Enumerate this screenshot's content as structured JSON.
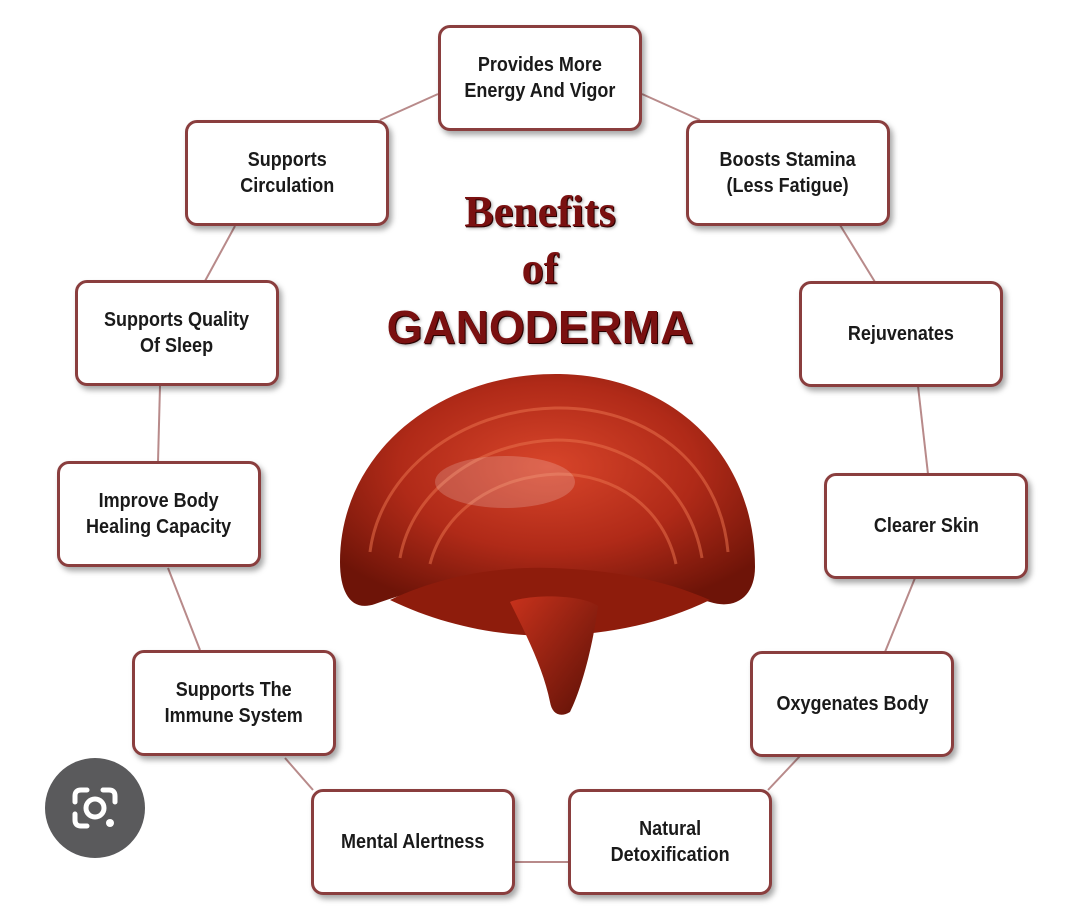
{
  "title": {
    "line1": "Benefits",
    "line2": "of",
    "line3": "GANODERMA"
  },
  "benefits": [
    "Provides More\nEnergy And Vigor",
    "Boosts Stamina\n(Less Fatigue)",
    "Rejuvenates",
    "Clearer Skin",
    "Oxygenates Body",
    "Natural\nDetoxification",
    "Mental Alertness",
    "Supports The\nImmune System",
    "Improve Body\nHealing Capacity",
    "Supports Quality\nOf Sleep",
    "Supports\nCirculation"
  ],
  "colors": {
    "box_border": "#8a3e3e",
    "connector": "#b88a8a",
    "title": "#7a1010",
    "mushroom": "#b8301c"
  },
  "icons": {
    "image_search": "camera-search-icon",
    "center": "ganoderma-mushroom"
  }
}
